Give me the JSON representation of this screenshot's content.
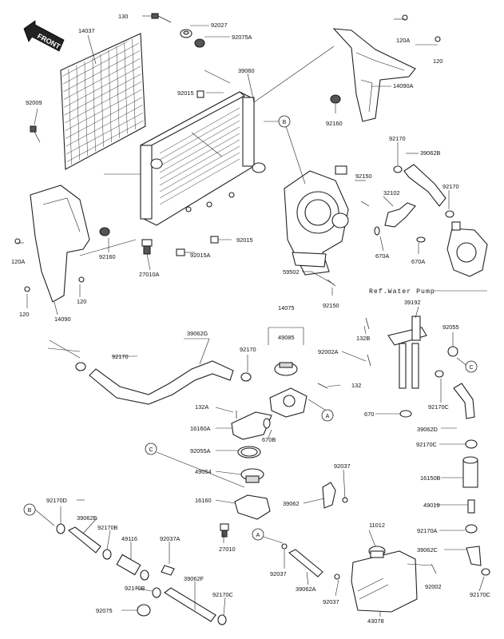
{
  "front_label": "FRONT",
  "reference_label": "Ref.Water Pump",
  "parts": {
    "p130": "130",
    "p92027": "92027",
    "p92075A": "92075A",
    "p14037": "14037",
    "p120A_top": "120A",
    "p120_top": "120",
    "p14090A": "14090A",
    "p92160_top": "92160",
    "p39060": "39060",
    "p92015_top": "92015",
    "p92009": "92009",
    "p92170_top": "92170",
    "p39062B": "39062B",
    "p92170_r": "92170",
    "p92150_top": "92150",
    "p32102": "32102",
    "p670A_l": "670A",
    "p670A_r": "670A",
    "p120A_l": "120A",
    "p92160_l": "92160",
    "p27010A": "27010A",
    "p92015_mid": "92015",
    "p92015A": "92015A",
    "p120_l": "120",
    "p120_ll": "120",
    "p14090": "14090",
    "p59502": "59502",
    "p92150_b": "92150",
    "p14075": "14075",
    "p49085": "49085",
    "p39192": "39192",
    "p132B": "132B",
    "p92055": "92055",
    "p92002A": "92002A",
    "p39062G": "39062G",
    "p92170_m1": "92170",
    "p92170_m2": "92170",
    "p132": "132",
    "p132A": "132A",
    "p16160A": "16160A",
    "p670B": "670B",
    "p670": "670",
    "p92170C_1": "92170C",
    "p39062D": "39062D",
    "p92170C_2": "92170C",
    "p92055A": "92055A",
    "p49054": "49054",
    "p16160": "16160",
    "p92037_top": "92037",
    "p16150B": "16150B",
    "p39062": "39062",
    "p49019": "49019",
    "p92170D": "92170D",
    "p39062E": "39062E",
    "p92170B_1": "92170B",
    "p49116": "49116",
    "p92037A": "92037A",
    "p27010": "27010",
    "p11012": "11012",
    "p92170A": "92170A",
    "p39062C": "39062C",
    "p92037_l": "92037",
    "p39062A": "39062A",
    "p92002": "92002",
    "p92170B_2": "92170B",
    "p39062F": "39062F",
    "p92170C_3": "92170C",
    "p92037_b": "92037",
    "p92075": "92075",
    "p43078": "43078",
    "p92170C_4": "92170C"
  },
  "callouts": {
    "B": "B",
    "C": "C",
    "A": "A"
  }
}
